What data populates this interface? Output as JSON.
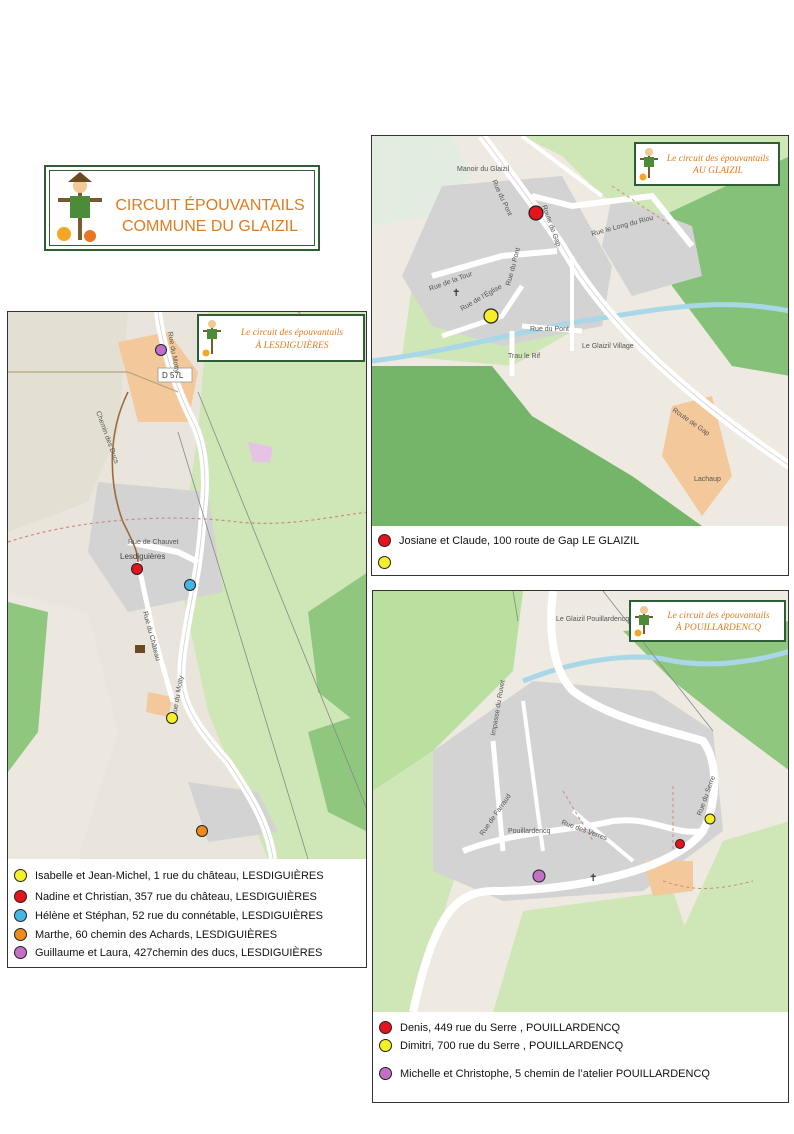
{
  "title": {
    "line1": "CIRCUIT ÉPOUVANTAILS",
    "line2": "COMMUNE DU GLAIZIL"
  },
  "colors": {
    "red": "#e3141b",
    "yellow": "#f4ef26",
    "blue": "#45b5e6",
    "orange": "#f08a1c",
    "purple": "#c16fc7"
  },
  "glaizil": {
    "badge": {
      "line1": "Le circuit des épouvantails",
      "line2": "AU GLAIZIL"
    },
    "labels": {
      "manoir": "Manoir du Glaizil",
      "rue_pont": "Rue du Pont",
      "route_gap": "Route de Gap",
      "long_riou": "Rue le Long du Riou",
      "rue_tour": "Rue de la Tour",
      "rue_eglise": "Rue de l'Église",
      "rue_pont2": "Rue du Pont",
      "trau": "Trau le Rif",
      "bus": "Le Glaizil Village",
      "route_gap2": "Route de Gap",
      "lachaup": "Lachaup"
    },
    "legend": [
      {
        "color": "red",
        "text": "Josiane et Claude, 100 route de Gap LE GLAIZIL"
      },
      {
        "color": "yellow",
        "text": ""
      }
    ]
  },
  "lesdiguieres": {
    "badge": {
      "line1": "Le circuit des épouvantails",
      "line2": "À LESDIGUIÈRES"
    },
    "labels": {
      "d57l": "D 57L",
      "motty": "Rue du Motty",
      "chemin_ducs": "Chemin des Ducs",
      "chauvet": "Rue de Chauvet",
      "village": "Lesdiguières",
      "chateau": "Rue du Château",
      "motty2": "Rue du Motty"
    },
    "legend": [
      {
        "color": "yellow",
        "text": "Isabelle et Jean-Michel, 1 rue du château, LESDIGUIÈRES"
      },
      {
        "color": "red",
        "text": "Nadine et Christian, 357 rue du château, LESDIGUIÈRES"
      },
      {
        "color": "blue",
        "text": "Hélène et Stéphan, 52 rue du connétable, LESDIGUIÈRES"
      },
      {
        "color": "orange",
        "text": "Marthe, 60 chemin des Achards, LESDIGUIÈRES"
      },
      {
        "color": "purple",
        "text": "Guillaume et Laura, 427chemin des ducs, LESDIGUIÈRES"
      }
    ]
  },
  "pouillardencq": {
    "badge": {
      "line1": "Le circuit des épouvantails",
      "line2": "À POUILLARDENCQ"
    },
    "labels": {
      "bus": "Le Glaizil Pouillardencq",
      "ruvet": "Impasse du Ruvet",
      "farraud": "Rue de Farraud",
      "village": "Pouillardencq",
      "verres": "Rue des Verres",
      "serre": "Rue du Serre"
    },
    "legend": [
      {
        "color": "red",
        "text": "Denis, 449 rue du Serre , POUILLARDENCQ"
      },
      {
        "color": "yellow",
        "text": "Dimitri, 700 rue du Serre , POUILLARDENCQ"
      },
      {
        "color": "purple",
        "text": "Michelle et Christophe, 5 chemin de l’atelier POUILLARDENCQ"
      }
    ]
  }
}
